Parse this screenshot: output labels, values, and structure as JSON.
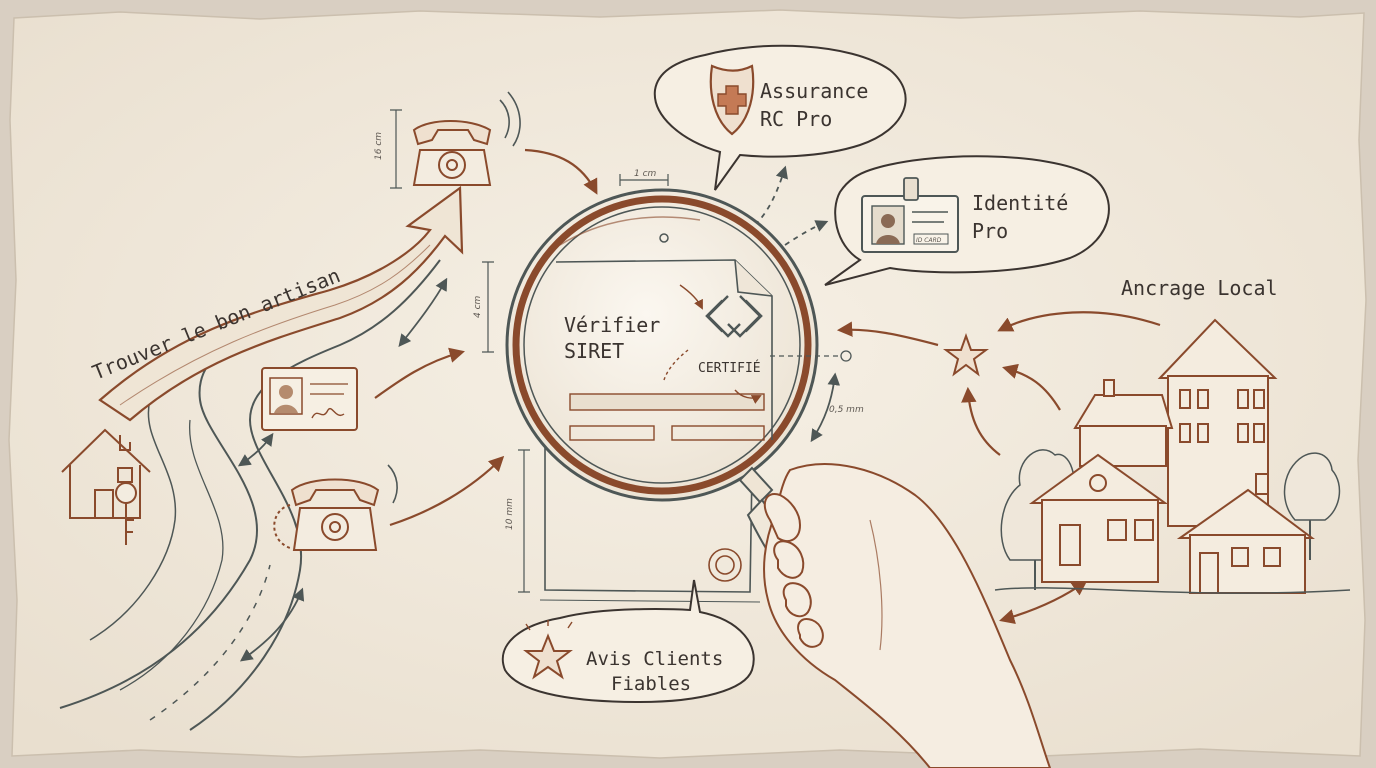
{
  "labels": {
    "title": "Trouver le bon artisan",
    "verify_line1": "Vérifier",
    "verify_line2": "SIRET",
    "certified": "CERTIFIÉ",
    "insurance_line1": "Assurance",
    "insurance_line2": "RC Pro",
    "identity_line1": "Identité",
    "identity_line2": "Pro",
    "local": "Ancrage Local",
    "reviews_line1": "Avis Clients",
    "reviews_line2": "Fiables",
    "id_badge_text": "ID CARD"
  },
  "dimensions": {
    "phone_height": "16 cm",
    "top_width": "1 cm",
    "doc_height": "4 cm",
    "gap": "0,5 mm",
    "lower_height": "10 mm"
  },
  "colors": {
    "paper": "#f3ece0",
    "ink": "#3b3430",
    "rust": "#8a4a2c",
    "slate": "#4e5756"
  },
  "icons": [
    "house-key-icon",
    "phone-icon",
    "id-card-icon",
    "shield-cross-icon",
    "id-badge-icon",
    "star-icon",
    "magnifier-icon",
    "hand-icon",
    "certificate-logo-icon",
    "village-icon"
  ]
}
